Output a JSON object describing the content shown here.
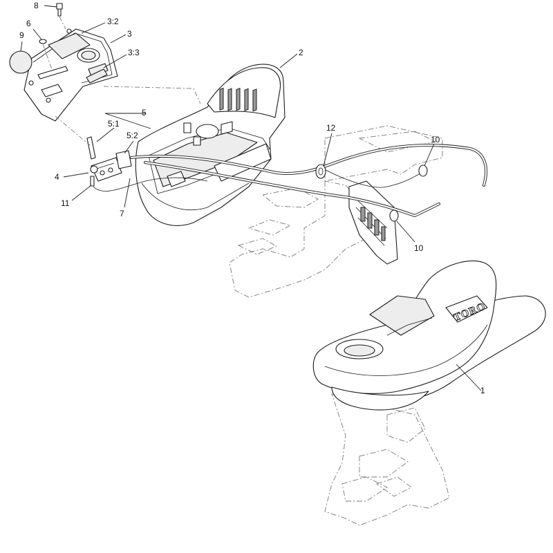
{
  "diagram": {
    "callouts": {
      "c1": "1",
      "c2": "2",
      "c3": "3",
      "c3_2": "3:2",
      "c3_3": "3:3",
      "c4": "4",
      "c5": "5",
      "c5_1": "5:1",
      "c5_2": "5:2",
      "c6": "6",
      "c7": "7",
      "c8": "8",
      "c9": "9",
      "c10a": "10",
      "c10b": "10",
      "c11": "11",
      "c12": "12"
    },
    "logo_text": "TORO"
  }
}
